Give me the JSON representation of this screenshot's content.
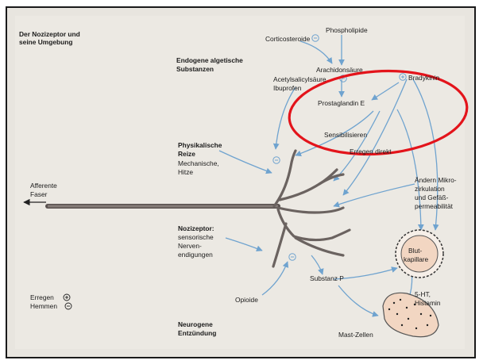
{
  "title_line1": "Der Nozizeptor und",
  "title_line2": "seine Umgebung",
  "endogene_1": "Endogene algetische",
  "endogene_2": "Substanzen",
  "phospholipide": "Phospholipide",
  "corticosteroide": "Corticosteroide",
  "arachidonsaeure": "Arachidonsäure",
  "acetylsalicyl": "Acetylsalicylsäure",
  "ibuprofen": "Ibuprofen",
  "bradykinin": "Bradykinin",
  "prostaglandin": "Prostaglandin E",
  "sensibilisieren": "Sensibilisieren",
  "erregen_direkt": "Erregen direkt",
  "physikalische_1": "Physikalische",
  "physikalische_2": "Reize",
  "mechanische": "Mechanische,",
  "hitze": "Hitze",
  "aendern_1": "Ändern Mikro-",
  "aendern_2": "zirkulation",
  "aendern_3": "und Gefäß-",
  "aendern_4": "permeabilität",
  "afferente_1": "Afferente",
  "afferente_2": "Faser",
  "nozizeptor_1": "Nozizeptor:",
  "nozizeptor_2": "sensorische",
  "nozizeptor_3": "Nerven-",
  "nozizeptor_4": "endigungen",
  "blut_1": "Blut-",
  "blut_2": "kapillare",
  "substanz_p": "Substanz P",
  "opioide": "Opioide",
  "ht_1": "5-HT,",
  "ht_2": "Histamin",
  "mast": "Mast-Zellen",
  "erregen": "Erregen",
  "hemmen": "Hemmen",
  "neurogene_1": "Neurogene",
  "neurogene_2": "Entzündung",
  "colors": {
    "arrow": "#6fa3cf",
    "nerve": "#6b6360",
    "highlight": "#e3141b",
    "capillary": "#f2d6c2"
  }
}
